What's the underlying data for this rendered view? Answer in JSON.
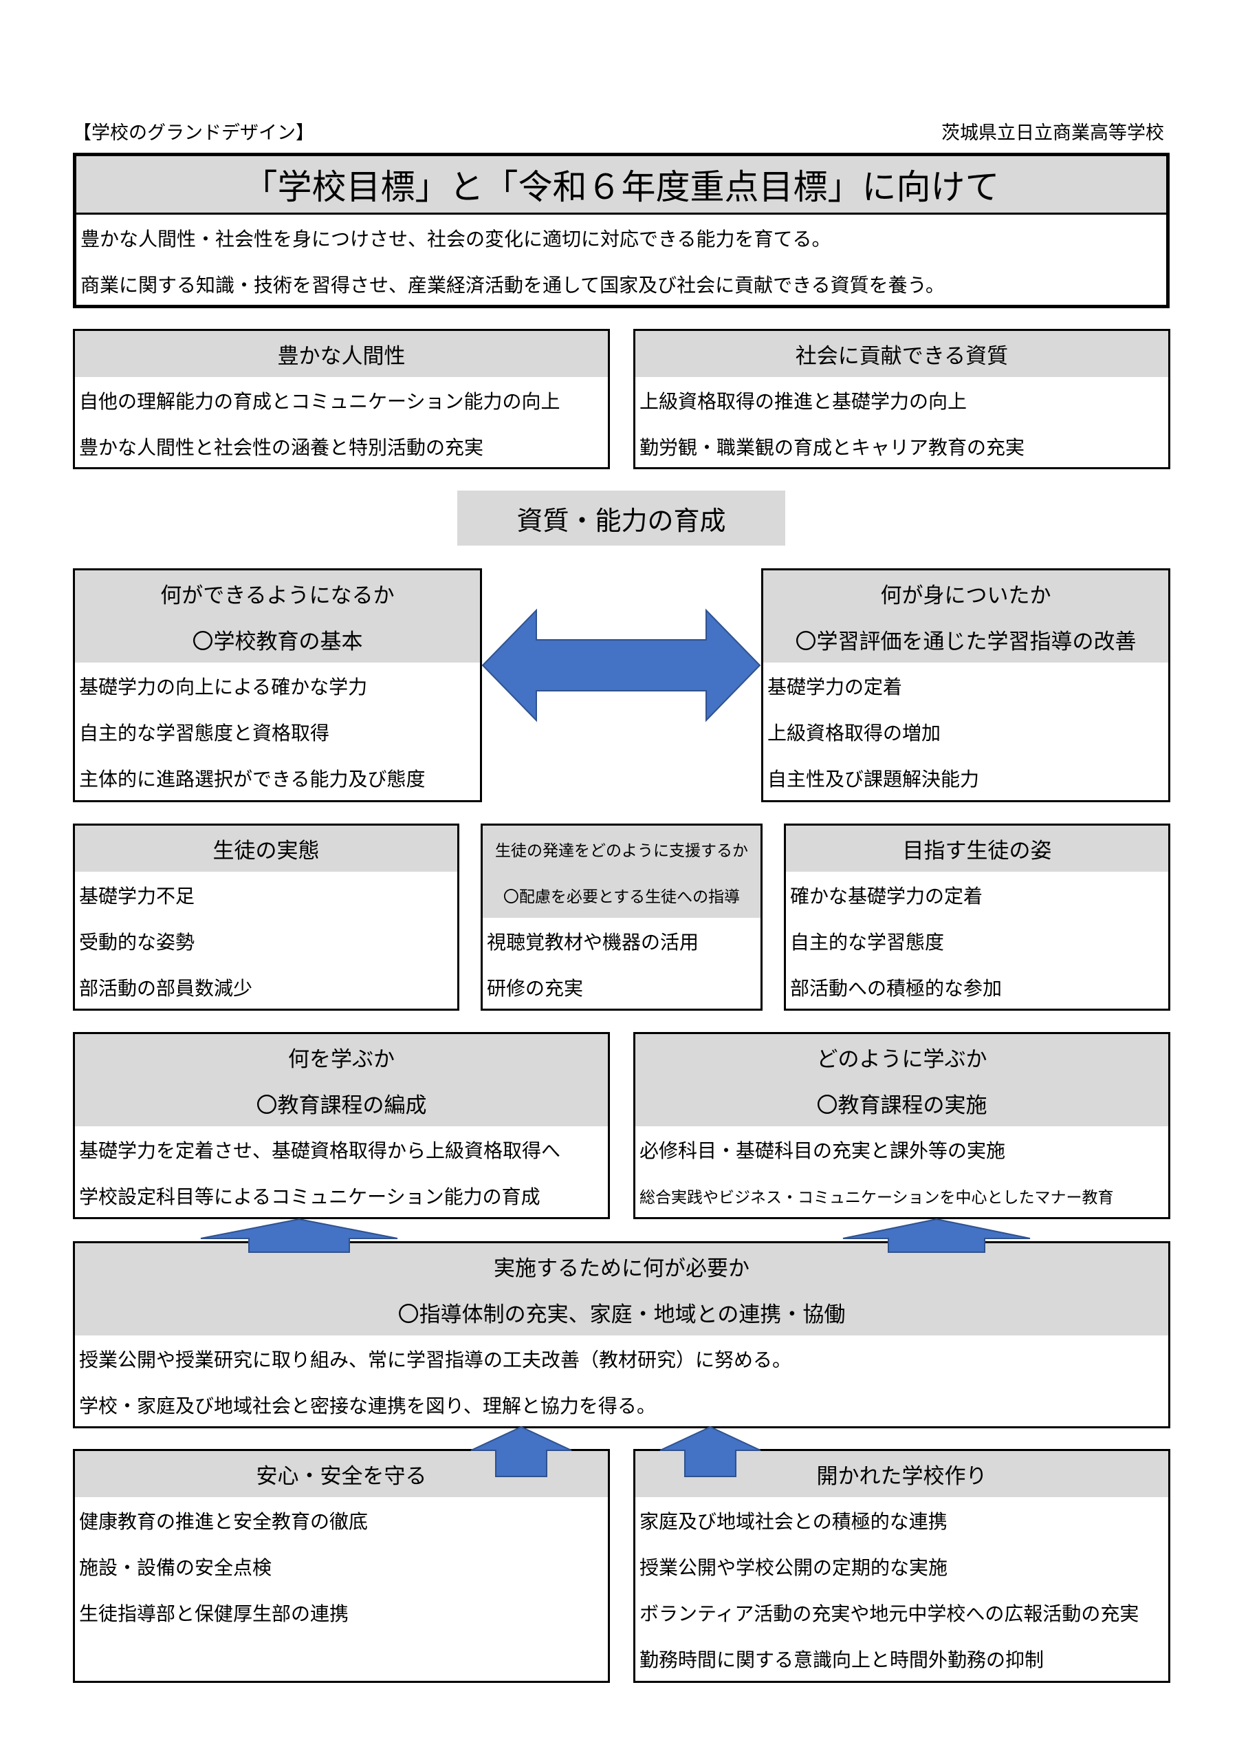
{
  "header": {
    "left": "【学校のグランドデザイン】",
    "right": "茨城県立日立商業高等学校"
  },
  "title_box": {
    "title": "「学校目標」と「令和６年度重点目標」に向けて",
    "lines": [
      "豊かな人間性・社会性を身につけさせ、社会の変化に適切に対応できる能力を育てる。",
      "商業に関する知識・技術を習得させ、産業経済活動を通して国家及び社会に貢献できる資質を養う。"
    ]
  },
  "humanity": {
    "heading": "豊かな人間性",
    "lines": [
      "自他の理解能力の育成とコミュニケーション能力の向上",
      "豊かな人間性と社会性の涵養と特別活動の充実"
    ]
  },
  "contribution": {
    "heading": "社会に貢献できる資質",
    "lines": [
      "上級資格取得の推進と基礎学力の向上",
      "勤労観・職業観の育成とキャリア教育の充実"
    ]
  },
  "center_label": "資質・能力の育成",
  "can_do": {
    "heading1": "何ができるようになるか",
    "heading2": "〇学校教育の基本",
    "lines": [
      "基礎学力の向上による確かな学力",
      "自主的な学習態度と資格取得",
      "主体的に進路選択ができる能力及び態度"
    ]
  },
  "acquired": {
    "heading1": "何が身についたか",
    "heading2": "〇学習評価を通じた学習指導の改善",
    "lines": [
      "基礎学力の定着",
      "上級資格取得の増加",
      "自主性及び課題解決能力"
    ]
  },
  "student_state": {
    "heading": "生徒の実態",
    "lines": [
      "基礎学力不足",
      "受動的な姿勢",
      "部活動の部員数減少"
    ]
  },
  "support": {
    "heading1": "生徒の発達をどのように支援するか",
    "heading2": "〇配慮を必要とする生徒への指導",
    "lines": [
      "視聴覚教材や機器の活用",
      "研修の充実"
    ]
  },
  "ideal_student": {
    "heading": "目指す生徒の姿",
    "lines": [
      "確かな基礎学力の定着",
      "自主的な学習態度",
      "部活動への積極的な参加"
    ]
  },
  "what_to_learn": {
    "heading1": "何を学ぶか",
    "heading2": "〇教育課程の編成",
    "lines": [
      "基礎学力を定着させ、基礎資格取得から上級資格取得へ",
      "学校設定科目等によるコミュニケーション能力の育成"
    ]
  },
  "how_to_learn": {
    "heading1": "どのように学ぶか",
    "heading2": "〇教育課程の実施",
    "lines": [
      "必修科目・基礎科目の充実と課外等の実施",
      "総合実践やビジネス・コミュニケーションを中心としたマナー教育"
    ]
  },
  "needs": {
    "heading1": "実施するために何が必要か",
    "heading2": "〇指導体制の充実、家庭・地域との連携・協働",
    "lines": [
      "授業公開や授業研究に取り組み、常に学習指導の工夫改善（教材研究）に努める。",
      "学校・家庭及び地域社会と密接な連携を図り、理解と協力を得る。"
    ]
  },
  "safety": {
    "heading": "安心・安全を守る",
    "lines": [
      "健康教育の推進と安全教育の徹底",
      "施設・設備の安全点検",
      "生徒指導部と保健厚生部の連携"
    ]
  },
  "open_school": {
    "heading": "開かれた学校作り",
    "lines": [
      "家庭及び地域社会との積極的な連携",
      "授業公開や学校公開の定期的な実施",
      "ボランティア活動の充実や地元中学校への広報活動の充実",
      "勤務時間に関する意識向上と時間外勤務の抑制"
    ]
  },
  "colors": {
    "arrow_fill": "#4472c4",
    "arrow_stroke": "#2f528f",
    "header_gray": "#d9d9d9"
  }
}
